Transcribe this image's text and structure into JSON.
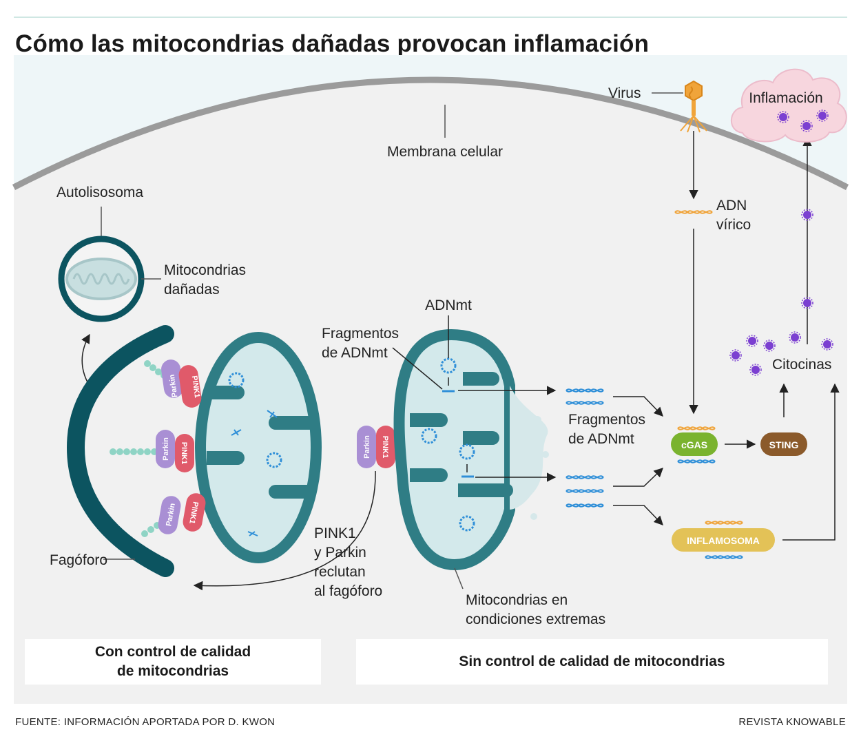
{
  "title": "Cómo las mitocondrias dañadas provocan inflamación",
  "labels": {
    "membrana": "Membrana celular",
    "autolisosoma": "Autolisosoma",
    "mito_danadas_1": "Mitocondrias",
    "mito_danadas_2": "dañadas",
    "fagoforo": "Fagóforo",
    "pink_parkin_1": "PINK1",
    "pink_parkin_2": "y Parkin",
    "pink_parkin_3": "reclutan",
    "pink_parkin_4": "al fagóforo",
    "adnmt": "ADNmt",
    "fragmentos_top_1": "Fragmentos",
    "fragmentos_top_2": "de ADNmt",
    "fragmentos_mid_1": "Fragmentos",
    "fragmentos_mid_2": "de ADNmt",
    "mito_extremas_1": "Mitocondrias en",
    "mito_extremas_2": "condiciones extremas",
    "virus": "Virus",
    "adn_virico_1": "ADN",
    "adn_virico_2": "vírico",
    "inflamacion": "Inflamación",
    "citocinas": "Citocinas"
  },
  "proteins": {
    "parkin": "Parkin",
    "pink1": "PINK1"
  },
  "pills": {
    "cgas": "cGAS",
    "sting": "STING",
    "inflamosoma": "INFLAMOSOMA"
  },
  "boxes": {
    "left_1": "Con control de calidad",
    "left_2": "de mitocondrias",
    "right": "Sin control de calidad de mitocondrias"
  },
  "footer": {
    "source": "FUENTE: INFORMACIÓN APORTADA POR D. KWON",
    "publisher": "REVISTA KNOWABLE"
  },
  "colors": {
    "mito_teal": "#2f7d85",
    "mito_inner": "#d3e9eb",
    "phagophore": "#0c5460",
    "parkin": "#a98fd4",
    "pink1": "#e05a6a",
    "cgas": "#7ab32e",
    "sting": "#8b5a2b",
    "inflamosoma": "#e3c257",
    "cytokine": "#7b3fd1",
    "cloud": "#f7d6de",
    "dna_blue": "#2f8fd8",
    "dna_orange": "#f0a43a"
  }
}
